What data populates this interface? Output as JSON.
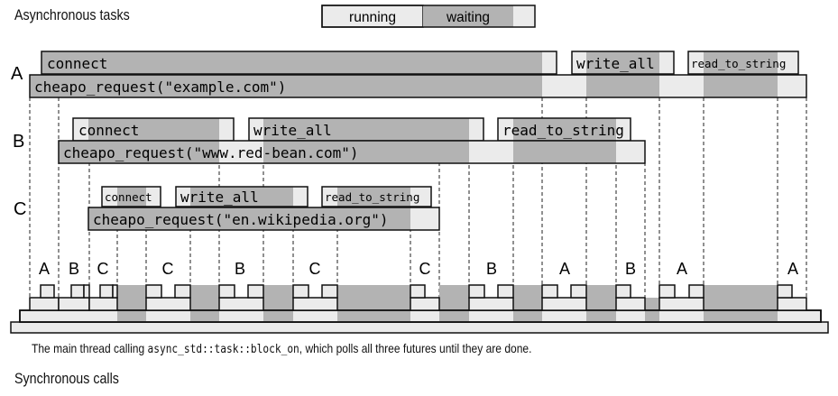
{
  "title": "Asynchronous tasks",
  "legend": {
    "running": "running",
    "waiting": "waiting"
  },
  "colors": {
    "running": "#ebebeb",
    "waiting": "#b3b3b3",
    "stroke": "#111111",
    "guide": "#222222"
  },
  "rows": {
    "A": {
      "label": "A",
      "request": "cheapo_request(\"example.com\")",
      "connect": "connect",
      "write_all": "write_all",
      "read_to_string": "read_to_string"
    },
    "B": {
      "label": "B",
      "request": "cheapo_request(\"www.red-bean.com\")",
      "connect": "connect",
      "write_all": "write_all",
      "read_to_string": "read_to_string"
    },
    "C": {
      "label": "C",
      "request": "cheapo_request(\"en.wikipedia.org\")",
      "connect": "connect",
      "write_all": "write_all",
      "read_to_string": "read_to_string"
    }
  },
  "poll_labels": [
    "A",
    "B",
    "C",
    "C",
    "B",
    "C",
    "C",
    "B",
    "A",
    "B",
    "A",
    "A"
  ],
  "caption": {
    "before": "The main thread calling ",
    "code": "async_std::task::block_on",
    "after": ", which polls all three futures until they are done."
  },
  "footer": "Synchronous calls"
}
